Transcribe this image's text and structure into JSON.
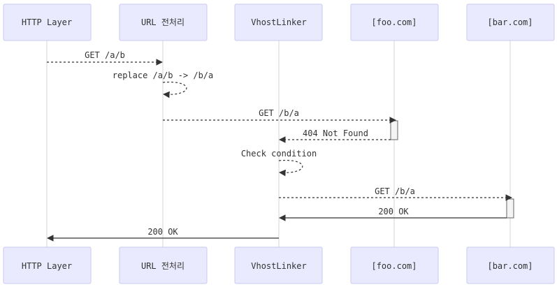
{
  "participants": [
    {
      "id": "http",
      "label": "HTTP Layer"
    },
    {
      "id": "url",
      "label": "URL 전처리"
    },
    {
      "id": "vhost",
      "label": "VhostLinker"
    },
    {
      "id": "foo",
      "label": "[foo.com]"
    },
    {
      "id": "bar",
      "label": "[bar.com]"
    }
  ],
  "messages": [
    {
      "from": "http",
      "to": "url",
      "label": "GET /a/b",
      "style": "dashed"
    },
    {
      "from": "url",
      "to": "url",
      "label": "replace /a/b -> /b/a",
      "style": "dashed"
    },
    {
      "from": "url",
      "to": "foo",
      "label": "GET /b/a",
      "style": "dashed"
    },
    {
      "from": "foo",
      "to": "vhost",
      "label": "404 Not Found",
      "style": "dashed"
    },
    {
      "from": "vhost",
      "to": "vhost",
      "label": "Check condition",
      "style": "dashed"
    },
    {
      "from": "vhost",
      "to": "bar",
      "label": "GET /b/a",
      "style": "dashed"
    },
    {
      "from": "bar",
      "to": "vhost",
      "label": "200 OK",
      "style": "solid"
    },
    {
      "from": "vhost",
      "to": "http",
      "label": "200 OK",
      "style": "solid"
    }
  ],
  "colors": {
    "actor_fill": "#eaeaff",
    "actor_border": "#c9c9f0",
    "line": "#333333",
    "lifeline": "#d6d6d6"
  }
}
